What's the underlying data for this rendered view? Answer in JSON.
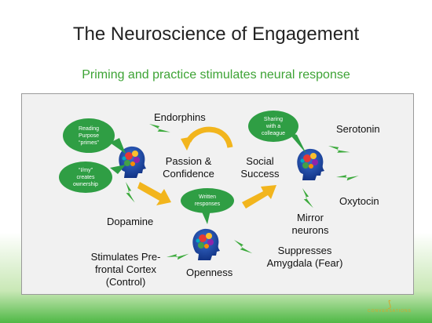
{
  "slide": {
    "title": "The Neuroscience of Engagement",
    "subtitle": "Priming and practice stimulates neural response"
  },
  "nodes": {
    "endorphins": "Endorphins",
    "passion": "Passion &",
    "confidence": "Confidence",
    "social": "Social",
    "success": "Success",
    "serotonin": "Serotonin",
    "oxytocin": "Oxytocin",
    "mirror": "Mirror",
    "neurons": "neurons",
    "dopamine": "Dopamine",
    "stimulates_1": "Stimulates Pre-",
    "stimulates_2": "frontal Cortex",
    "stimulates_3": "(Control)",
    "openness": "Openness",
    "suppresses": "Suppresses",
    "amygdala": "Amygdala (Fear)"
  },
  "bubbles": {
    "reading": [
      "Reading",
      "Purpose",
      "“primes”"
    ],
    "imy": [
      "“I/my”",
      "creates",
      "ownership"
    ],
    "written": [
      "Written",
      "responses"
    ],
    "sharing": [
      "Sharing",
      "with a",
      "colleague"
    ]
  },
  "logo": {
    "text": "CONVERSATIONS"
  },
  "colors": {
    "accent_green": "#3da335",
    "bubble_green": "#2f9e44",
    "arrow_gold": "#f2b51d",
    "bolt_green": "#3caa3c"
  }
}
